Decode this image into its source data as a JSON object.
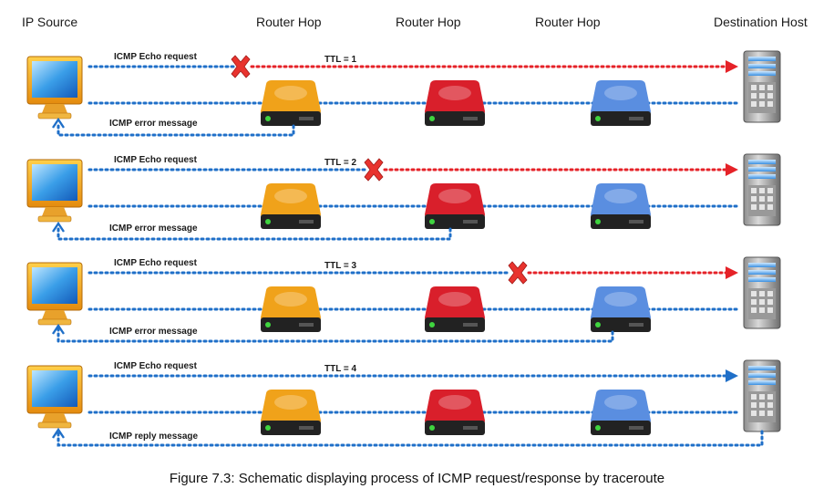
{
  "headers": {
    "source": "IP Source",
    "hop1": "Router Hop",
    "hop2": "Router Hop",
    "hop3": "Router Hop",
    "destination": "Destination Host"
  },
  "rows": [
    {
      "request": "ICMP Echo request",
      "ttl": "TTL = 1",
      "response": "ICMP error message",
      "dropped_at_hop": 1
    },
    {
      "request": "ICMP Echo request",
      "ttl": "TTL = 2",
      "response": "ICMP error message",
      "dropped_at_hop": 2
    },
    {
      "request": "ICMP Echo request",
      "ttl": "TTL = 3",
      "response": "ICMP error message",
      "dropped_at_hop": 3
    },
    {
      "request": "ICMP Echo request",
      "ttl": "TTL = 4",
      "response": "ICMP reply message",
      "dropped_at_hop": 0
    }
  ],
  "caption": "Figure 7.3: Schematic displaying process of ICMP request/response by traceroute",
  "colors": {
    "request_dotted": "#1f6fc8",
    "dropped_path": "#e52228",
    "reply_path": "#1f6fc8",
    "router1": "#f0a21a",
    "router2": "#d91f2b",
    "router3": "#5a8ee0",
    "x_mark": "#e8332e"
  }
}
